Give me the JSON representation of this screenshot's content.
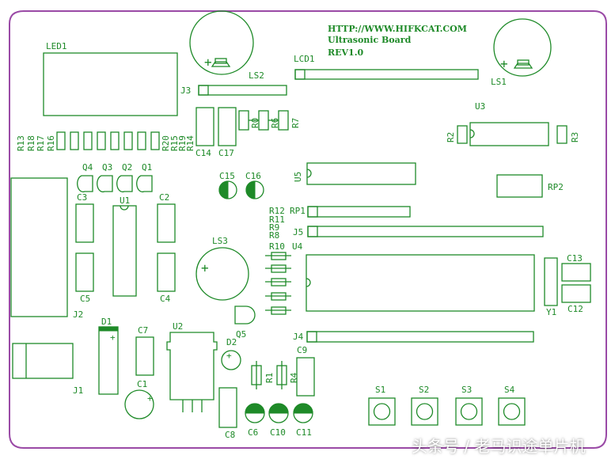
{
  "board": {
    "url": "HTTP://WWW.HIFKCAT.COM",
    "name": "Ultrasonic Board",
    "revision": "REV1.0"
  },
  "labels": {
    "led1": "LED1",
    "j3": "J3",
    "ls2": "LS2",
    "lcd1": "LCD1",
    "ls1": "LS1",
    "u3": "U3",
    "r13": "R13",
    "r18": "R18",
    "r17": "R17",
    "r16": "R16",
    "r20": "R20",
    "r15": "R15",
    "r19": "R19",
    "r14": "R14",
    "c14": "C14",
    "c17": "C17",
    "r0": "R0",
    "r6": "R6",
    "r7": "R7",
    "r2": "R2",
    "r3": "R3",
    "q4": "Q4",
    "q3": "Q3",
    "q2": "Q2",
    "q1": "Q1",
    "c15": "C15",
    "c16": "C16",
    "u5": "U5",
    "rp2": "RP2",
    "c3": "C3",
    "u1": "U1",
    "c2": "C2",
    "r12": "R12",
    "rp1": "RP1",
    "r11": "R11",
    "r9": "R9",
    "j5": "J5",
    "r8": "R8",
    "r10": "R10",
    "u4": "U4",
    "ls3": "LS3",
    "c13": "C13",
    "c12": "C12",
    "y1": "Y1",
    "c5": "C5",
    "c4": "C4",
    "j2": "J2",
    "d1": "D1",
    "c7": "C7",
    "u2": "U2",
    "q5": "Q5",
    "d2": "D2",
    "j4": "J4",
    "c9": "C9",
    "r1": "R1",
    "r4": "R4",
    "c1": "C1",
    "j1": "J1",
    "s1": "S1",
    "s2": "S2",
    "s3": "S3",
    "s4": "S4",
    "c8": "C8",
    "c6": "C6",
    "c10": "C10",
    "c11": "C11"
  },
  "watermark": "头条号 / 老马识途单片机",
  "colors": {
    "silkscreen": "#1e8a28",
    "outline": "#9a4aa6",
    "background": "#ffffff"
  }
}
